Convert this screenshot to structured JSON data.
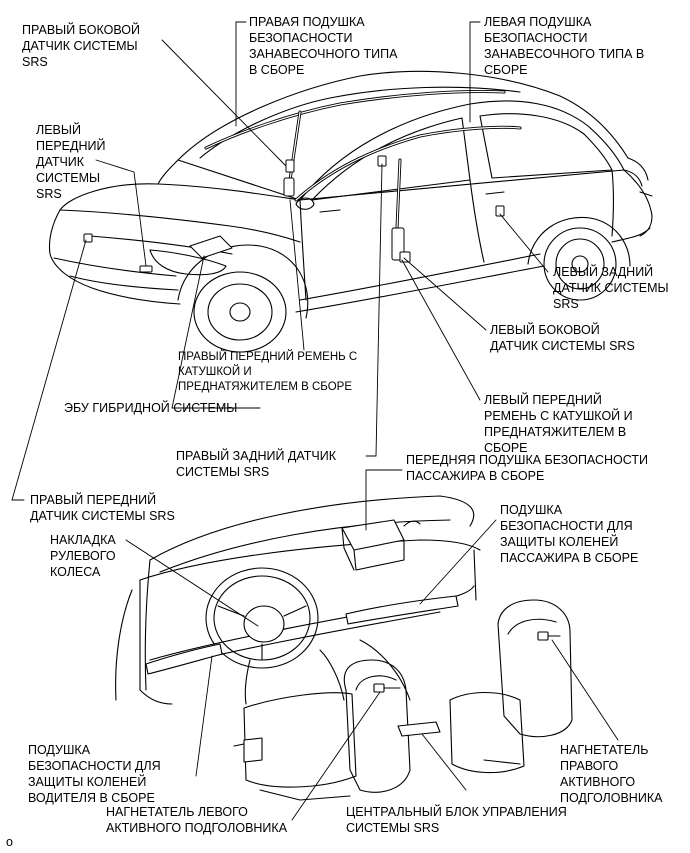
{
  "labels": {
    "right_side_sensor": "ПРАВЫЙ БОКОВОЙ\nДАТЧИК СИСТЕМЫ\nSRS",
    "right_curtain_airbag": "ПРАВАЯ ПОДУШКА\nБЕЗОПАСНОСТИ\nЗАНАВЕСОЧНОГО ТИПА\nВ СБОРЕ",
    "left_curtain_airbag": "ЛЕВАЯ ПОДУШКА\nБЕЗОПАСНОСТИ\nЗАНАВЕСОЧНОГО ТИПА В\nСБОРЕ",
    "left_front_sensor": "ЛЕВЫЙ\nПЕРЕДНИЙ\nДАТЧИК\nСИСТЕМЫ\nSRS",
    "left_rear_sensor": "ЛЕВЫЙ ЗАДНИЙ\nДАТЧИК СИСТЕМЫ\nSRS",
    "left_side_sensor": "ЛЕВЫЙ БОКОВОЙ\nДАТЧИК СИСТЕМЫ SRS",
    "right_front_belt": "ПРАВЫЙ ПЕРЕДНИЙ РЕМЕНЬ С\nКАТУШКОЙ И\nПРЕДНАТЯЖИТЕЛЕМ В СБОРЕ",
    "hybrid_ecu": "ЭБУ ГИБРИДНОЙ СИСТЕМЫ",
    "left_front_belt": "ЛЕВЫЙ ПЕРЕДНИЙ\nРЕМЕНЬ С КАТУШКОЙ И\nПРЕДНАТЯЖИТЕЛЕМ В\nСБОРЕ",
    "right_rear_sensor": "ПРАВЫЙ ЗАДНИЙ ДАТЧИК\nСИСТЕМЫ SRS",
    "passenger_front_airbag": "ПЕРЕДНЯЯ ПОДУШКА БЕЗОПАСНОСТИ\nПАССАЖИРА В СБОРЕ",
    "right_front_sensor": "ПРАВЫЙ ПЕРЕДНИЙ\nДАТЧИК СИСТЕМЫ SRS",
    "steering_pad": "НАКЛАДКА\nРУЛЕВОГО\nКОЛЕСА",
    "passenger_knee_airbag": "ПОДУШКА\nБЕЗОПАСНОСТИ ДЛЯ\nЗАЩИТЫ КОЛЕНЕЙ\nПАССАЖИРА В СБОРЕ",
    "driver_knee_airbag": "ПОДУШКА\nБЕЗОПАСНОСТИ ДЛЯ\nЗАЩИТЫ КОЛЕНЕЙ\nВОДИТЕЛЯ В СБОРЕ",
    "right_headrest_inflator": "НАГНЕТАТЕЛЬ\nПРАВОГО\nАКТИВНОГО\nПОДГОЛОВНИКА",
    "left_headrest_inflator": "НАГНЕТАТЕЛЬ ЛЕВОГО\nАКТИВНОГО ПОДГОЛОВНИКА",
    "center_airbag_sensor": "ЦЕНТРАЛЬНЫЙ БЛОК УПРАВЛЕНИЯ\nСИСТЕМЫ SRS",
    "figure_code": "o"
  }
}
